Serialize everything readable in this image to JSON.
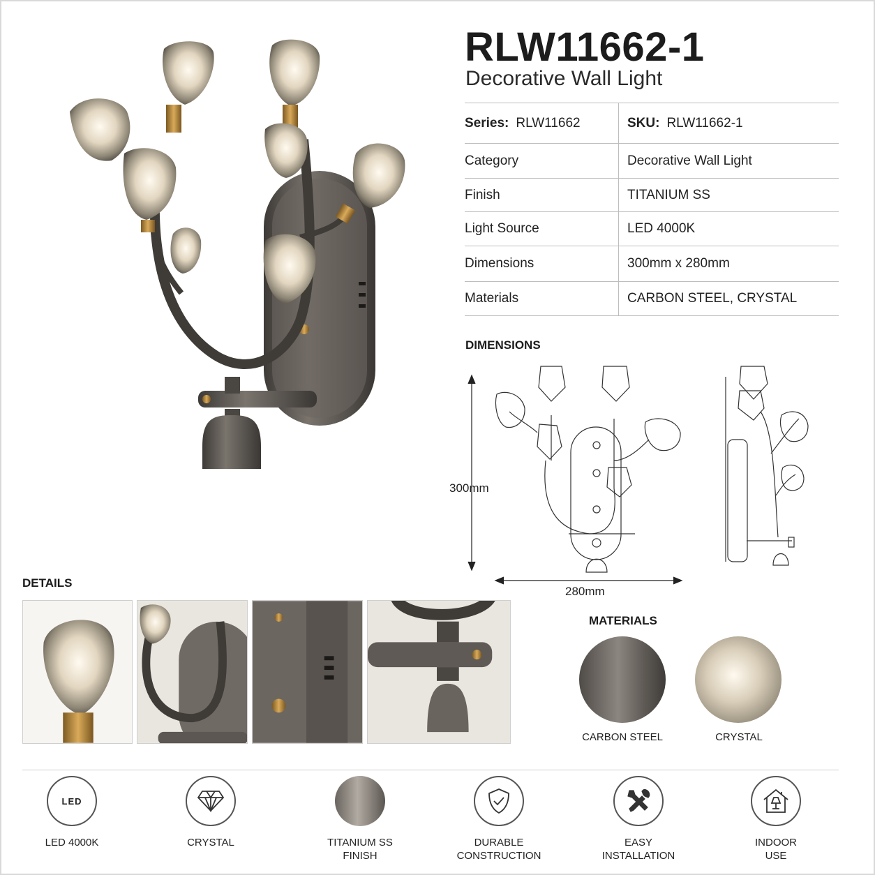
{
  "product": {
    "model": "RLW11662-1",
    "name": "Decorative Wall Light"
  },
  "specs": {
    "series_label": "Series:",
    "series_value": "RLW11662",
    "sku_label": "SKU:",
    "sku_value": "RLW11662-1",
    "rows": [
      {
        "label": "Category",
        "value": "Decorative Wall Light"
      },
      {
        "label": "Finish",
        "value": "TITANIUM SS"
      },
      {
        "label": "Light Source",
        "value": "LED 4000K"
      },
      {
        "label": "Dimensions",
        "value": "300mm x 280mm"
      },
      {
        "label": "Materials",
        "value": "CARBON STEEL, CRYSTAL"
      }
    ]
  },
  "dimensions": {
    "heading": "DIMENSIONS",
    "height": "300mm",
    "width": "280mm"
  },
  "details": {
    "heading": "DETAILS"
  },
  "materials": {
    "heading": "MATERIALS",
    "items": [
      {
        "label": "CARBON STEEL"
      },
      {
        "label": "CRYSTAL"
      }
    ]
  },
  "features": [
    {
      "icon": "led-icon",
      "badge": "LED",
      "lines": [
        "LED 4000K"
      ]
    },
    {
      "icon": "diamond-icon",
      "lines": [
        "CRYSTAL"
      ]
    },
    {
      "icon": "finish-swatch-icon",
      "lines": [
        "TITANIUM SS",
        "FINISH"
      ]
    },
    {
      "icon": "shield-check-icon",
      "lines": [
        "DURABLE",
        "CONSTRUCTION"
      ]
    },
    {
      "icon": "tools-icon",
      "lines": [
        "EASY",
        "INSTALLATION"
      ]
    },
    {
      "icon": "house-lamp-icon",
      "lines": [
        "INDOOR",
        "USE"
      ]
    }
  ],
  "colors": {
    "metal": "#5f5a55",
    "brass": "#b8893e",
    "crystal": "#d8cdb8",
    "text": "#222222",
    "rule": "#bdbdbd"
  }
}
